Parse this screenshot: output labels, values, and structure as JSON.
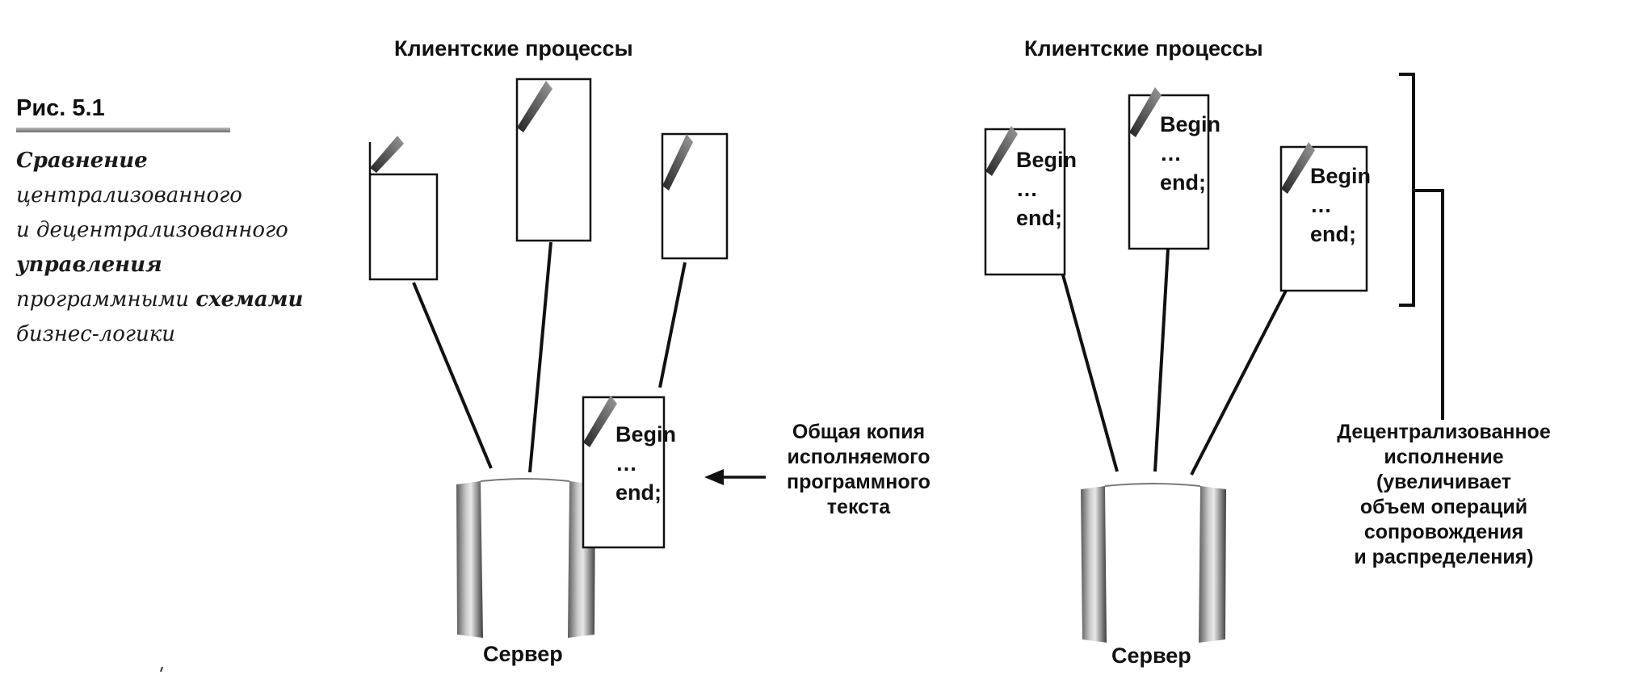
{
  "figure": {
    "number": "Рис. 5.1",
    "caption_lines": [
      [
        {
          "t": "Сравнение",
          "b": true
        }
      ],
      [
        {
          "t": "централизованного",
          "b": false
        }
      ],
      [
        {
          "t": "и децентрализованного",
          "b": false
        }
      ],
      [
        {
          "t": "управления",
          "b": true
        }
      ],
      [
        {
          "t": "программными ",
          "b": false
        },
        {
          "t": "схемами",
          "b": true
        }
      ],
      [
        {
          "t": "бизнес-логики",
          "b": false
        }
      ]
    ]
  },
  "left_panel": {
    "title": "Клиентские процессы",
    "server_label": "Сервер",
    "shared_copy_code": [
      "Begin",
      "…",
      "end;"
    ],
    "shared_copy_note": [
      "Общая копия",
      "исполняемого",
      "программного",
      "текста"
    ]
  },
  "right_panel": {
    "title": "Клиентские процессы",
    "server_label": "Сервер",
    "client_code": [
      [
        "Begin",
        "…",
        "end;"
      ],
      [
        "Begin",
        "…",
        "end;"
      ],
      [
        "Begin",
        "…",
        "end;"
      ]
    ],
    "decentralized_note": [
      "Децентрализованное",
      "исполнение",
      "(увеличивает",
      "объем операций",
      "сопровождения",
      "и распределения)"
    ]
  }
}
